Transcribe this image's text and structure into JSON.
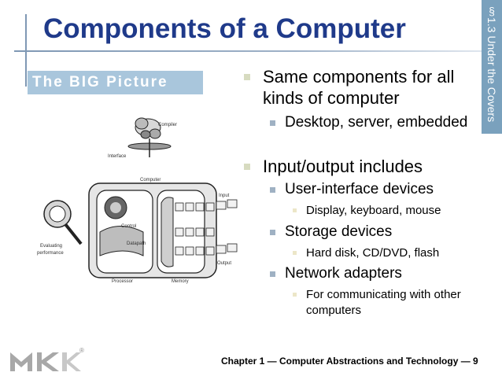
{
  "slide": {
    "title": "Components of a Computer",
    "section_tag": "§1.3 Under the Covers",
    "badge": "The BIG Picture",
    "footer": "Chapter 1 — Computer Abstractions and Technology — 9",
    "logo": {
      "letters": "MK",
      "registered": "®"
    }
  },
  "figure": {
    "labels": {
      "compiler": "Compiler",
      "interface": "Interface",
      "computer": "Computer",
      "input": "Input",
      "control": "Control",
      "datapath": "Datapath",
      "output": "Output",
      "processor": "Processor",
      "memory": "Memory",
      "evaluating": "Evaluating",
      "performance": "performance"
    }
  },
  "bullets": [
    {
      "text": "Same components for all kinds of computer",
      "sub": [
        {
          "text": "Desktop, server, embedded",
          "sub": []
        }
      ]
    },
    {
      "text": "Input/output includes",
      "sub": [
        {
          "text": "User-interface devices",
          "sub": [
            "Display, keyboard, mouse"
          ]
        },
        {
          "text": "Storage devices",
          "sub": [
            "Hard disk, CD/DVD, flash"
          ]
        },
        {
          "text": "Network adapters",
          "sub": [
            "For communicating with other computers"
          ]
        }
      ]
    }
  ],
  "colors": {
    "title": "#1f3a8a",
    "accent_line": "#7f98b4",
    "sidebar": "#7aa1bd",
    "badge": "#a9c6dc"
  }
}
